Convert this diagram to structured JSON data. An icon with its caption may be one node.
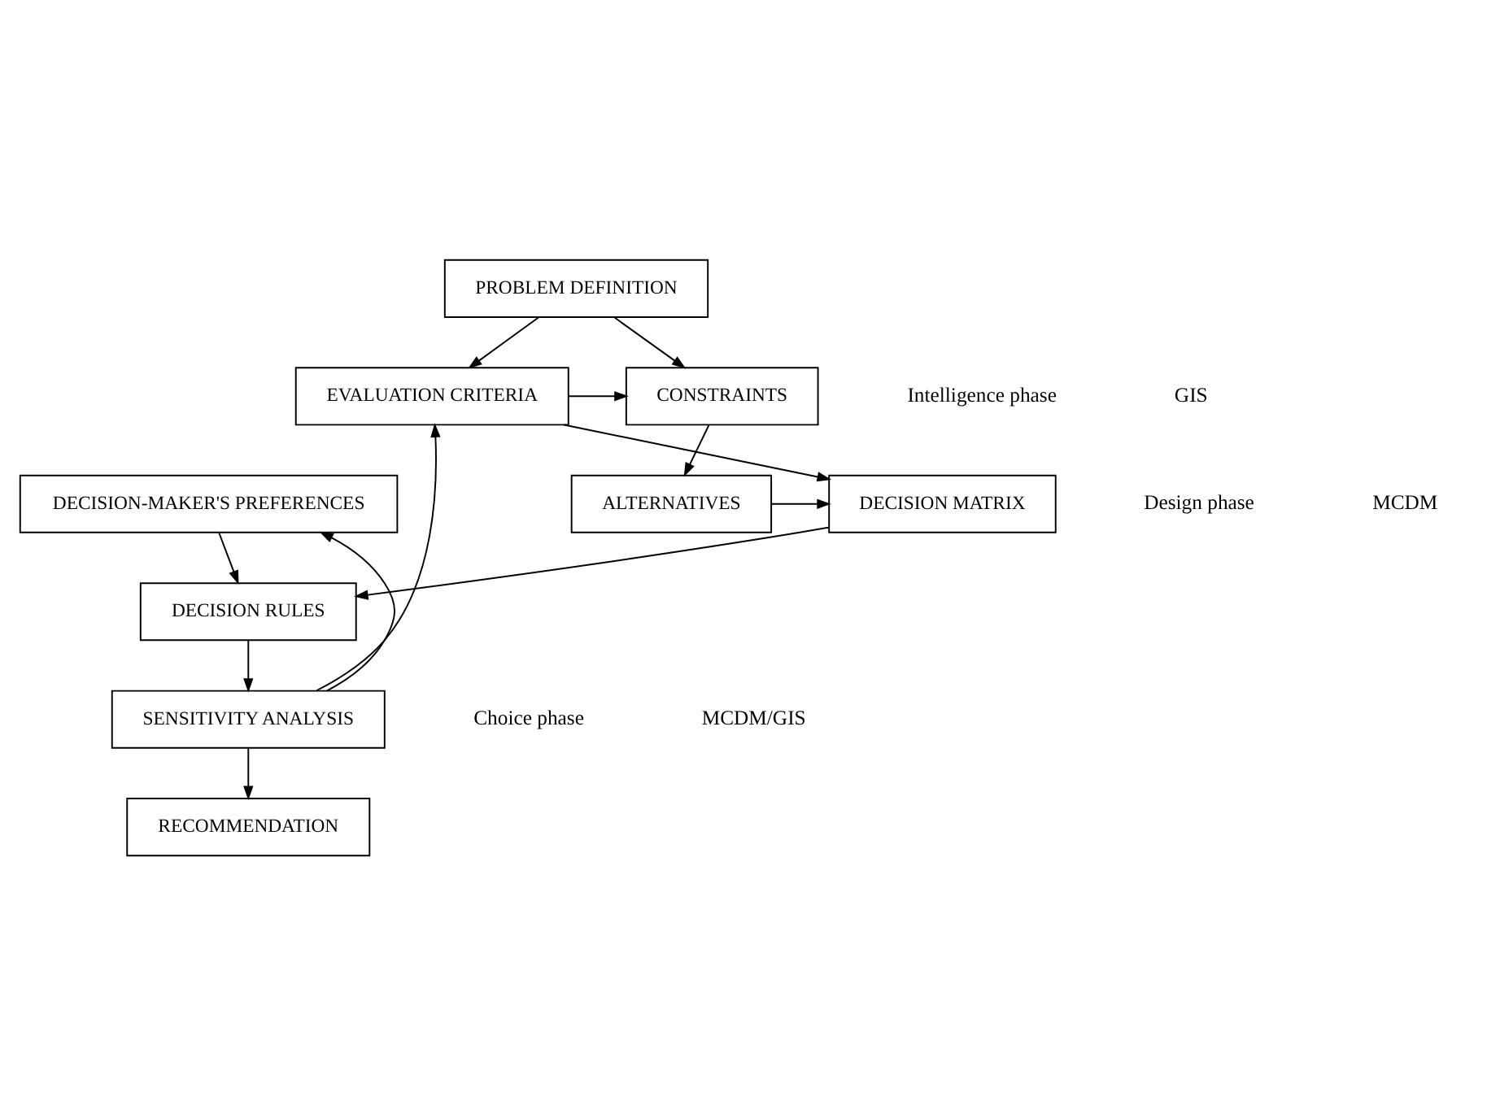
{
  "diagram": {
    "nodes": [
      {
        "text": [
          "PROBLEM DEFINITION"
        ]
      },
      {
        "text": [
          "EVALUATION CRITERIA"
        ]
      },
      {
        "text": [
          "CONSTRAINTS"
        ]
      },
      {
        "text": [
          "DECISION MATRIX"
        ]
      },
      {
        "text": [
          "ALTERNATIVES"
        ]
      },
      {
        "text": [
          "DECISION-MAKER'S PREFERENCES"
        ]
      },
      {
        "text": [
          "DECISION RULES"
        ]
      },
      {
        "text": [
          "SENSITIVITY ANALYSIS"
        ]
      },
      {
        "text": [
          "RECOMMENDATION"
        ]
      }
    ],
    "edges": [
      {
        "from": 0,
        "to": 1,
        "arrow": "to"
      },
      {
        "from": 0,
        "to": 2,
        "arrow": "to"
      },
      {
        "from": 1,
        "to": 2,
        "arrow": "to"
      },
      {
        "from": 1,
        "to": 3,
        "arrow": "to"
      },
      {
        "from": 2,
        "to": 4,
        "arrow": "to"
      },
      {
        "from": 4,
        "to": 3,
        "arrow": "to"
      },
      {
        "from": 3,
        "to": 6,
        "arrow": "to"
      },
      {
        "from": 5,
        "to": 6,
        "arrow": "to"
      },
      {
        "from": 6,
        "to": 7,
        "arrow": "to"
      },
      {
        "from": 7,
        "to": 1,
        "arrow": "to"
      },
      {
        "from": 7,
        "to": 5,
        "arrow": "to"
      },
      {
        "from": 7,
        "to": 8,
        "arrow": "to"
      }
    ],
    "labels": [
      "Intelligence phase",
      "GIS",
      "Design phase",
      "MCDM",
      "Choice phase",
      "MCDM/GIS"
    ]
  }
}
